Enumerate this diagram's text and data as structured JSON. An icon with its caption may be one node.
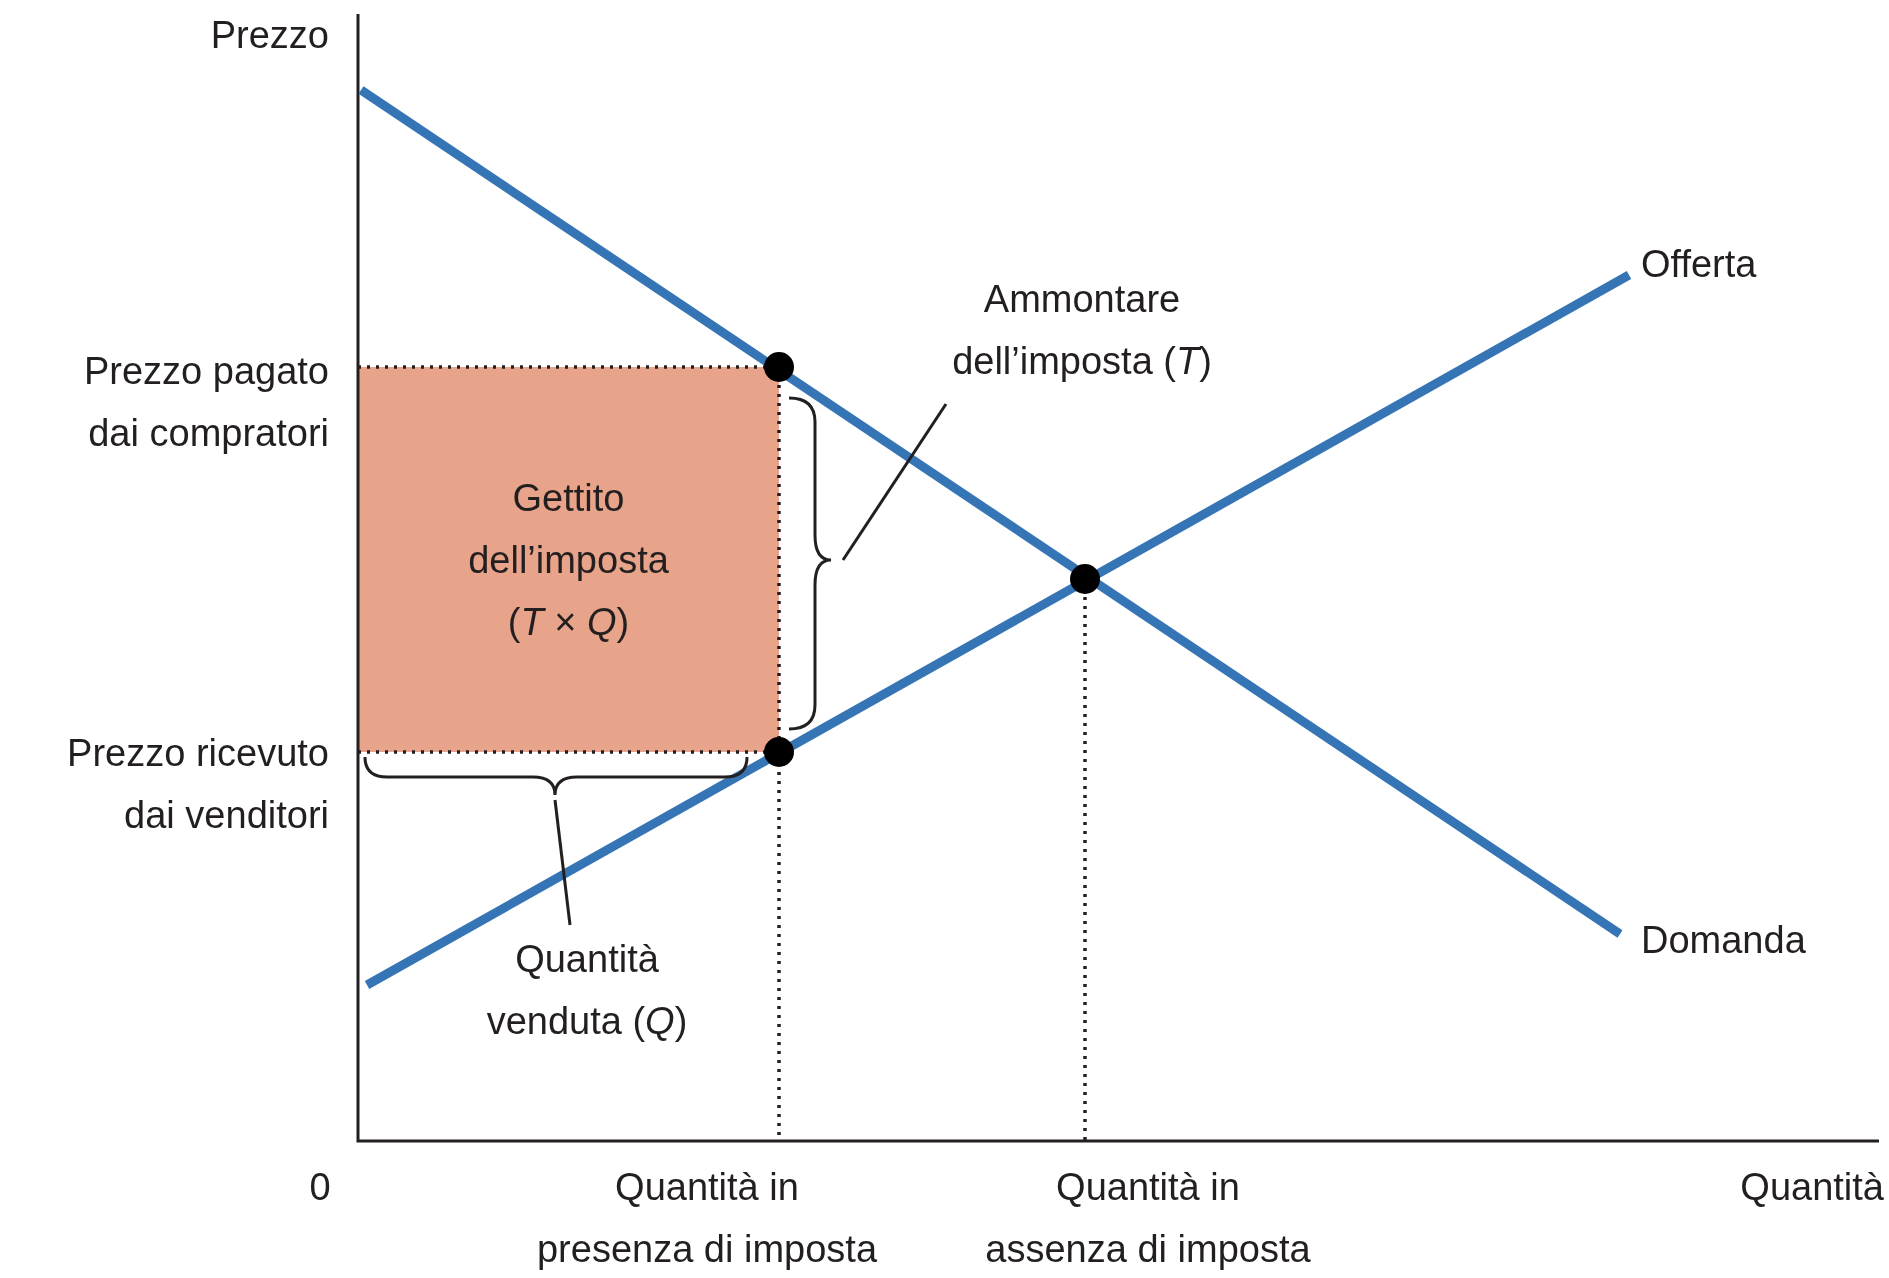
{
  "diagram": {
    "nodes": [
      {
        "text": [
          "Gettito dell’imposta (*T* × *Q*)"
        ]
      },
      {
        "text": [
          "Ammontare dell’imposta (*T*)"
        ]
      },
      {
        "text": [],
        "shape": "bracket"
      },
      {
        "text": [
          "Quantità venduta (*Q*)"
        ]
      },
      {
        "text": [],
        "shape": "bracket"
      }
    ],
    "edges": [
      {
        "from": 1,
        "to": 2,
        "arrow": "none"
      },
      {
        "from": 3,
        "to": 4,
        "arrow": "none"
      }
    ],
    "labels": [
      "Prezzo",
      "Offerta",
      "Prezzo pagato dai compratori",
      "Prezzo ricevuto dai venditori",
      "Domanda",
      "0",
      "Quantità in presenza di imposta",
      "Quantità in assenza di imposta",
      "Quantità"
    ]
  }
}
